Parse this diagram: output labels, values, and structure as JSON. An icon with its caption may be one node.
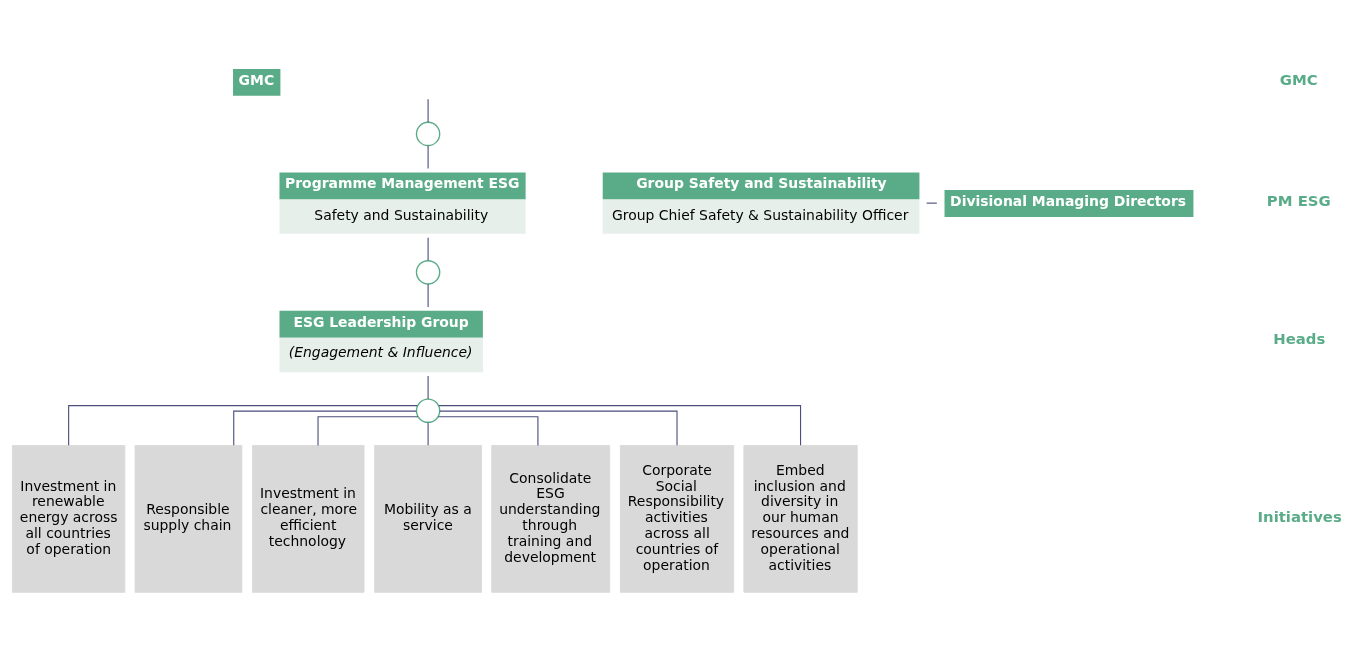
{
  "diagram": {
    "nodes": [
      {
        "text": [
          "GMC"
        ]
      },
      {
        "text": [],
        "shape": "circle"
      },
      {
        "text": [
          "Group Safety and Sustainability",
          "Group Chief Safety & Sustainability Officer"
        ]
      },
      {
        "text": [
          "Divisional Managing Directors"
        ]
      },
      {
        "text": [
          "Programme Management ESG",
          "Safety and Sustainability"
        ]
      },
      {
        "text": [],
        "shape": "circle"
      },
      {
        "text": [
          "ESG Leadership Group",
          "(Engagement & Influence)"
        ]
      },
      {
        "text": [],
        "shape": "circle"
      },
      {
        "text": [
          "Investment in renewable energy across all countries of operation"
        ]
      },
      {
        "text": [
          "Responsible supply chain"
        ]
      },
      {
        "text": [
          "Investment in cleaner, more efficient technology"
        ]
      },
      {
        "text": [
          "Mobility as a service"
        ]
      },
      {
        "text": [
          "Consolidate ESG understanding through training and development"
        ]
      },
      {
        "text": [
          "Corporate Social Responsibility activities across all countries of operation"
        ]
      },
      {
        "text": [
          "Embed inclusion and diversity in our human resources and operational activities"
        ]
      }
    ],
    "edges": [
      {
        "from": 0,
        "to": 1,
        "arrow": "none"
      },
      {
        "from": 1,
        "to": 4,
        "arrow": "none"
      },
      {
        "from": 2,
        "to": 3,
        "arrow": "none"
      },
      {
        "from": 4,
        "to": 5,
        "arrow": "none"
      },
      {
        "from": 5,
        "to": 6,
        "arrow": "none"
      },
      {
        "from": 6,
        "to": 7,
        "arrow": "none"
      },
      {
        "from": 7,
        "to": 8,
        "arrow": "none"
      },
      {
        "from": 7,
        "to": 9,
        "arrow": "none"
      },
      {
        "from": 7,
        "to": 10,
        "arrow": "none"
      },
      {
        "from": 7,
        "to": 11,
        "arrow": "none"
      },
      {
        "from": 7,
        "to": 12,
        "arrow": "none"
      },
      {
        "from": 7,
        "to": 13,
        "arrow": "none"
      },
      {
        "from": 7,
        "to": 14,
        "arrow": "none"
      }
    ],
    "labels": [
      "GMC",
      "PM ESG",
      "Heads",
      "Initiatives"
    ]
  }
}
